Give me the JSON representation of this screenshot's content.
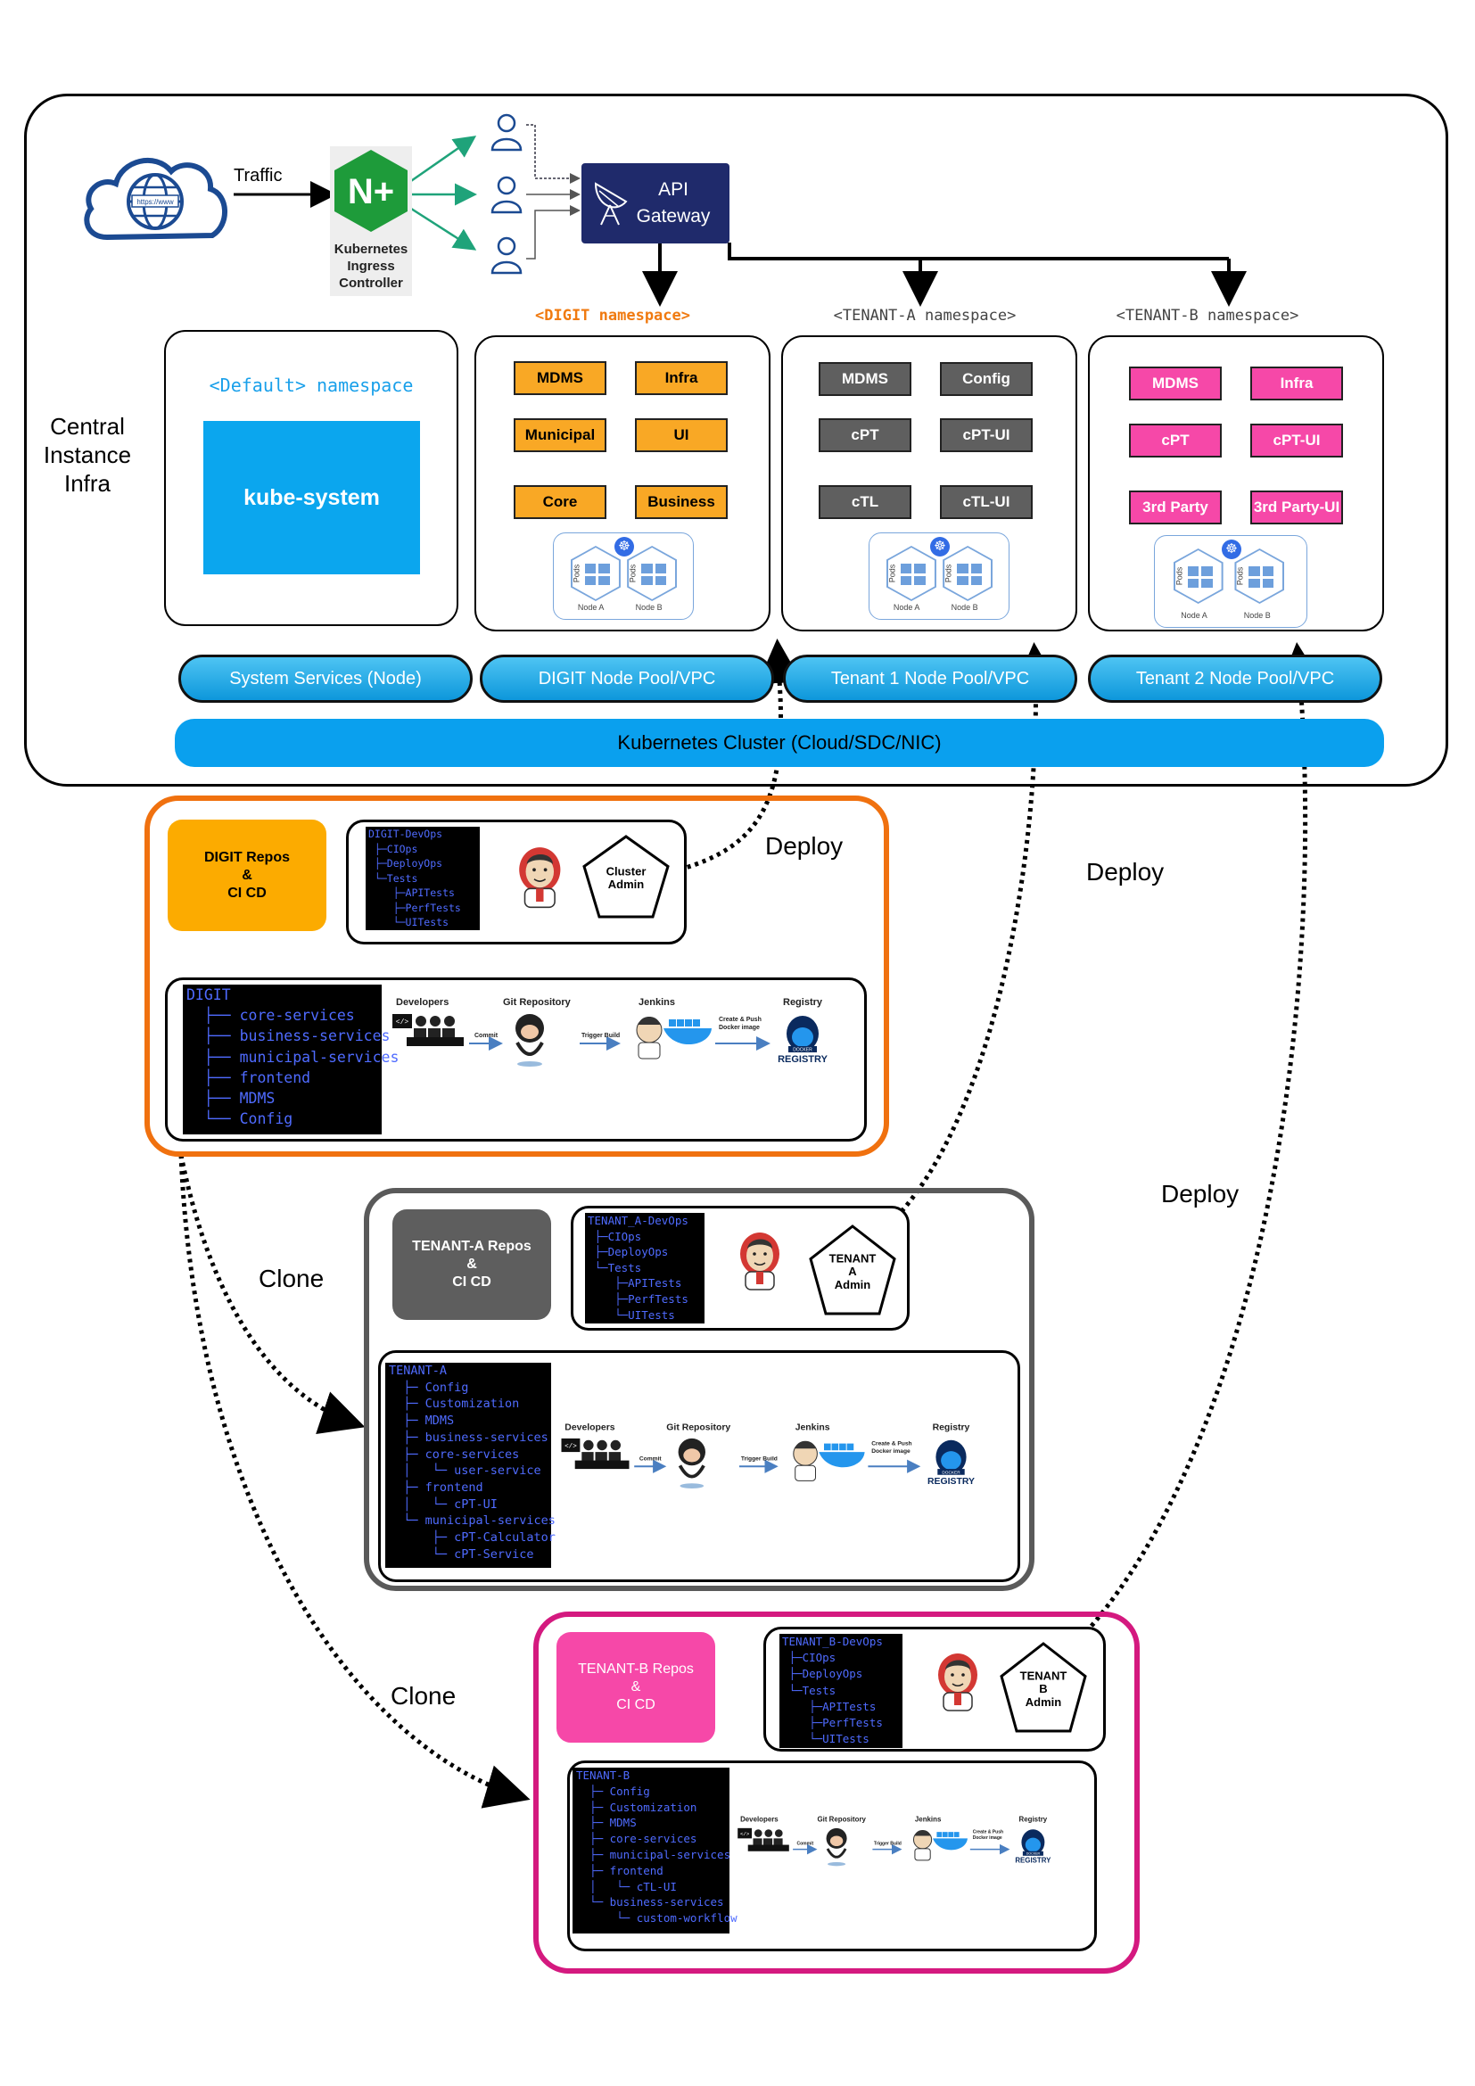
{
  "central": {
    "label": "Central\nInstance\nInfra",
    "traffic": "Traffic",
    "cloud_url": "https://www",
    "ingress_logo": "N+",
    "ingress_label": "Kubernetes\nIngress\nController",
    "api_gateway": "API\nGateway"
  },
  "namespaces": {
    "default": {
      "title": "<Default> namespace",
      "content": "kube-system"
    },
    "digit": {
      "title": "<DIGIT namespace>",
      "services": [
        "MDMS",
        "Infra",
        "Municipal",
        "UI",
        "Core",
        "Business"
      ]
    },
    "tenant_a": {
      "title": "<TENANT-A namespace>",
      "services": [
        "MDMS",
        "Config",
        "cPT",
        "cPT-UI",
        "cTL",
        "cTL-UI"
      ]
    },
    "tenant_b": {
      "title": "<TENANT-B namespace>",
      "services": [
        "MDMS",
        "Infra",
        "cPT",
        "cPT-UI",
        "3rd Party",
        "3rd Party-UI"
      ]
    },
    "pods_label": "Pods",
    "node_a": "Node A",
    "node_b": "Node B"
  },
  "pools": [
    "System Services (Node)",
    "DIGIT Node Pool/VPC",
    "Tenant 1 Node Pool/VPC",
    "Tenant 2 Node Pool/VPC"
  ],
  "cluster": "Kubernetes Cluster (Cloud/SDC/NIC)",
  "flows": {
    "deploy": "Deploy",
    "clone": "Clone"
  },
  "cicd": {
    "developers": "Developers",
    "git_repository": "Git Repository",
    "jenkins": "Jenkins",
    "registry": "Registry",
    "commit": "Commit",
    "trigger_build": "Trigger Build",
    "create_push": "Create & Push\nDocker image",
    "registry_logo": "REGISTRY",
    "docker_label": "DOCKER"
  },
  "digit_repo": {
    "title": "DIGIT Repos\n&\nCI CD",
    "admin": "Cluster\nAdmin",
    "devops_tree": "DIGIT-DevOps\n ├─CIOps\n ├─DeployOps\n └─Tests\n    ├─APITests\n    ├─PerfTests\n    └─UITests",
    "code_tree": "DIGIT\n  ├── core-services\n  ├── business-services\n  ├── municipal-services\n  ├── frontend\n  ├── MDMS\n  └── Config"
  },
  "tenant_a_repo": {
    "title": "TENANT-A Repos\n&\nCI CD",
    "admin": "TENANT\nA\nAdmin",
    "devops_tree": "TENANT_A-DevOps\n ├─CIOps\n ├─DeployOps\n └─Tests\n    ├─APITests\n    ├─PerfTests\n    └─UITests",
    "code_tree": "TENANT-A\n  ├─ Config\n  ├─ Customization\n  ├─ MDMS\n  ├─ business-services\n  ├─ core-services\n  │   └─ user-service\n  ├─ frontend\n  │   └─ cPT-UI\n  └─ municipal-services\n      ├─ cPT-Calculator\n      └─ cPT-Service"
  },
  "tenant_b_repo": {
    "title": "TENANT-B Repos\n&\nCI CD",
    "admin": "TENANT\nB\nAdmin",
    "devops_tree": "TENANT_B-DevOps\n ├─CIOps\n ├─DeployOps\n └─Tests\n    ├─APITests\n    ├─PerfTests\n    └─UITests",
    "code_tree": "TENANT-B\n  ├─ Config\n  ├─ Customization\n  ├─ MDMS\n  ├─ core-services\n  ├─ municipal-services\n  ├─ frontend\n  │   └─ cTL-UI\n  └─ business-services\n      └─ custom-workflow"
  },
  "colors": {
    "digit_orange": "#f0710f",
    "tenant_a_gray": "#5a5a5a",
    "tenant_b_pink": "#d4197f",
    "repo_orange": "#fcab00",
    "repo_gray": "#5e5e5e",
    "repo_pink": "#f648a8",
    "pool_blue": "#0a9ee8"
  }
}
